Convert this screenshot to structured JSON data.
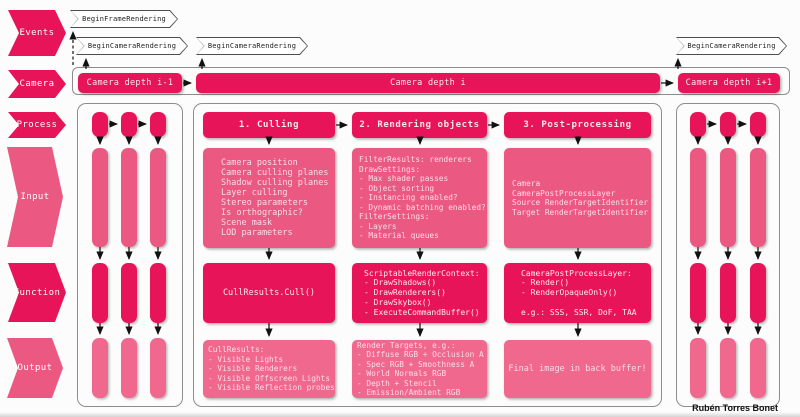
{
  "colors": {
    "dark": "#e8145a",
    "medium": "#eb5983",
    "light": "#f0688e"
  },
  "row_labels": {
    "events": "Events",
    "camera": "Camera",
    "process": "Process",
    "input": "Input",
    "function": "Function",
    "output": "Output"
  },
  "events": {
    "frame": "BeginFrameRendering",
    "camera_prev": "BeginCameraRendering",
    "camera_current": "BeginCameraRendering",
    "camera_next": "BeginCameraRendering"
  },
  "cameras": {
    "prev": "Camera depth i-1",
    "current": "Camera depth i",
    "next": "Camera depth i+1"
  },
  "stages": [
    {
      "title": "1. Culling",
      "input": [
        "Camera position",
        "Camera culling planes",
        "Shadow culling planes",
        "Layer culling",
        "Stereo parameters",
        "Is orthographic?",
        "Scene mask",
        "LOD parameters"
      ],
      "function": [
        "CullResults.Cull()"
      ],
      "output": [
        "CullResults:",
        "- Visible Lights",
        "- Visible Renderers",
        "- Visible Offscreen Lights",
        "- Visible Reflection probes"
      ]
    },
    {
      "title": "2. Rendering objects",
      "input": [
        "FilterResults: renderers",
        "DrawSettings:",
        "- Max shader passes",
        "- Object sorting",
        "- Instancing enabled?",
        "- Dynamic batching enabled?",
        "FilterSettings:",
        "- Layers",
        "- Material queues"
      ],
      "function": [
        "ScriptableRenderContext:",
        "- DrawShadows()",
        "- DrawRenderers()",
        "- DrawSkybox()",
        "- ExecuteCommandBuffer()"
      ],
      "output": [
        "Render Targets, e.g.:",
        "- Diffuse RGB + Occlusion A",
        "- Spec RGB + Smoothness A",
        "- World Normals RGB",
        "- Depth + Stencil",
        "- Emission/Ambient RGB"
      ]
    },
    {
      "title": "3. Post-processing",
      "input": [
        "Camera",
        "CameraPostProcessLayer",
        "Source RenderTargetIdentifier",
        "Target RenderTargetIdentifier"
      ],
      "function": [
        "CameraPostProcessLayer:",
        "- Render()",
        "- RenderOpaqueOnly()",
        "",
        "e.g.: SSS, SSR, DoF, TAA"
      ],
      "output": [
        "Final image in back buffer!"
      ]
    }
  ],
  "attribution": "Rubén Torres Bonet"
}
